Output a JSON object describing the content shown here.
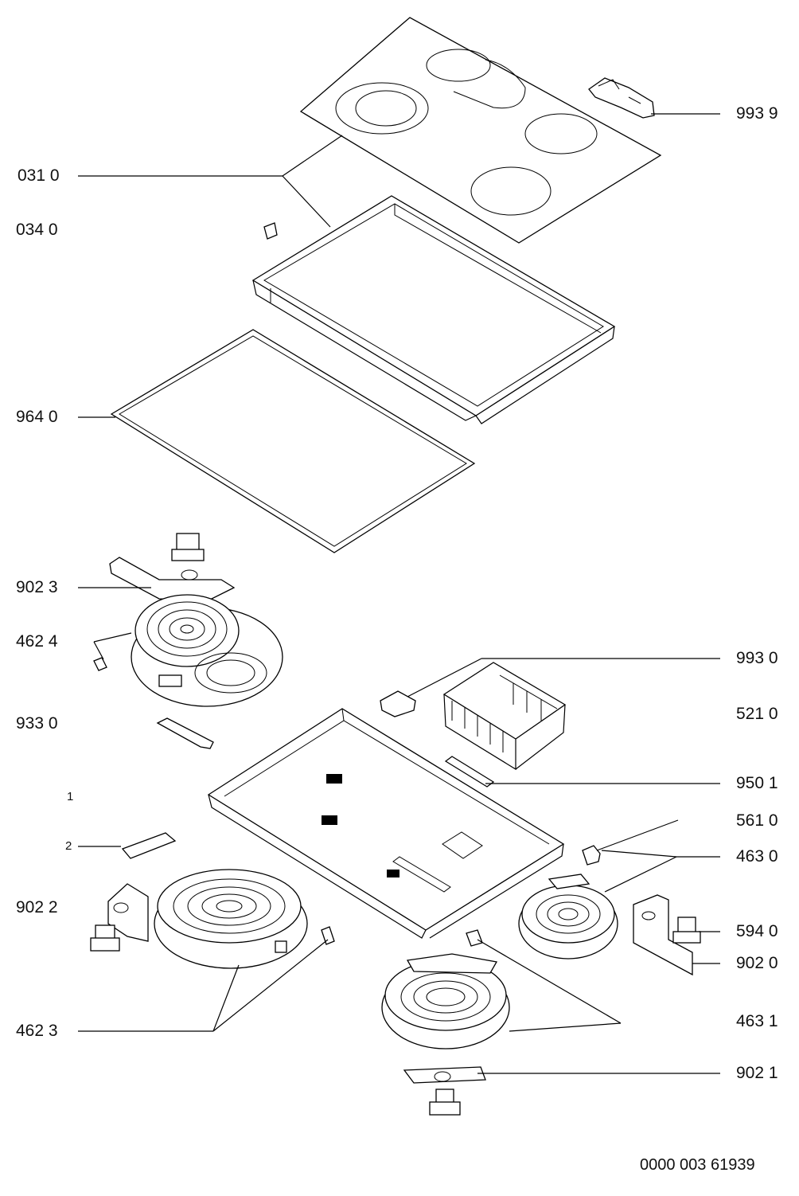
{
  "labels": {
    "l_0310": "031 0",
    "l_0340": "034 0",
    "l_9640": "964 0",
    "l_9023": "902 3",
    "l_4624": "462 4",
    "l_9330": "933 0",
    "l_1": "1",
    "l_2": "2",
    "l_9022": "902 2",
    "l_4623": "462 3",
    "l_9939": "993 9",
    "l_9930": "993 0",
    "l_5210": "521 0",
    "l_9501": "950 1",
    "l_5610": "561 0",
    "l_4630": "463 0",
    "l_5940": "594 0",
    "l_9020": "902 0",
    "l_4631": "463 1",
    "l_9021": "902 1"
  },
  "footer": {
    "code": "0000 003 61939"
  }
}
